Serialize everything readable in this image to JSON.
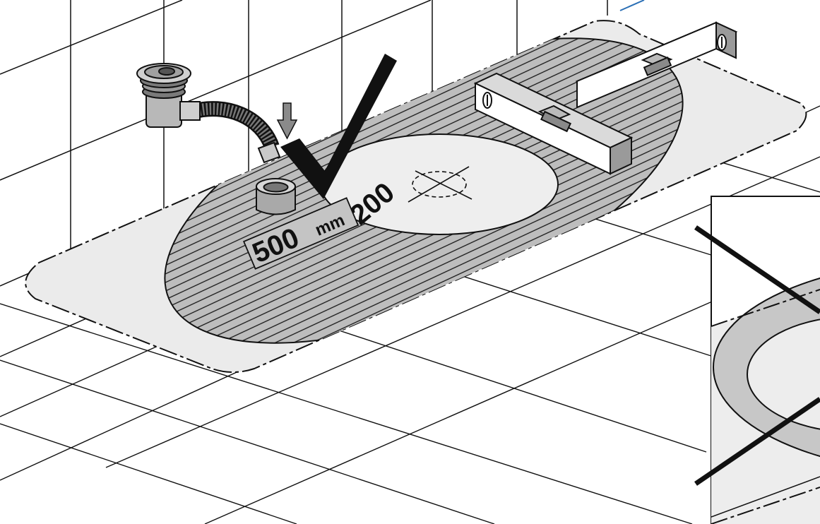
{
  "labels": {
    "dimension_width": "500",
    "dimension_unit": "mm",
    "dimension_diameter": "200"
  },
  "icons": {
    "drain": "shower-drain-with-hose-icon",
    "level_long": "spirit-level-icon",
    "level_short": "spirit-level-icon",
    "check": "checkmark-icon",
    "arrow": "down-arrow-icon",
    "pipe": "pipe-stub-icon",
    "center": "center-mark-icon"
  },
  "colors": {
    "line": "#111111",
    "light_area": "#ebebeb",
    "hatched_area": "#bdbdbd",
    "inner_circle": "#eeeeee",
    "inset_gray": "#c7c7c7",
    "accent_blue": "#2a6fb5"
  }
}
